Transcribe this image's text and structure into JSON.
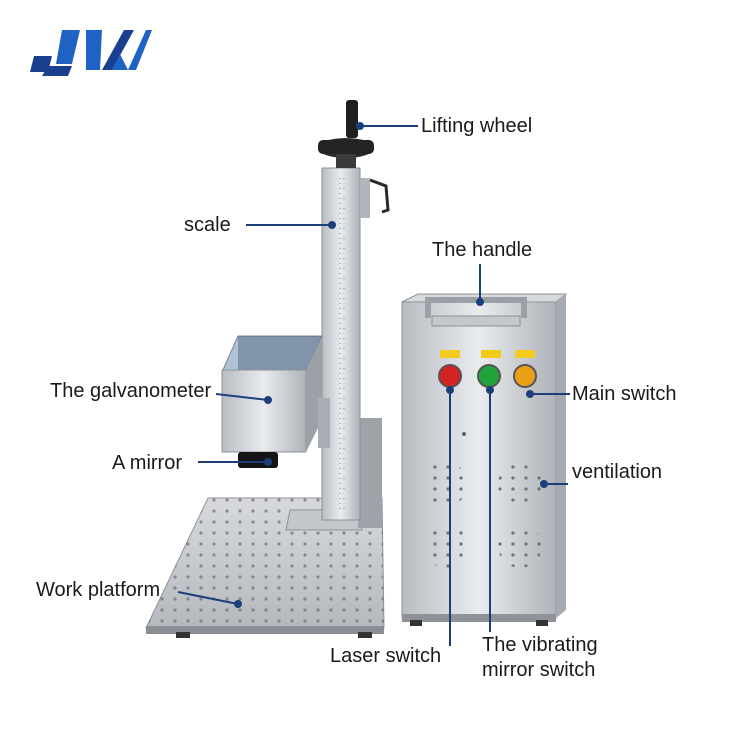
{
  "logo": {
    "text": "JW",
    "colors": [
      "#1e63c4",
      "#1b3f8f"
    ]
  },
  "labels": {
    "lifting_wheel": "Lifting wheel",
    "scale": "scale",
    "handle": "The handle",
    "galvanometer": "The galvanometer",
    "main_switch": "Main switch",
    "mirror": "A mirror",
    "ventilation": "ventilation",
    "work_platform": "Work platform",
    "laser_switch": "Laser switch",
    "vibrating_switch_line1": "The vibrating",
    "vibrating_switch_line2": "mirror switch"
  },
  "colors": {
    "leader_line": "#1c3f7a",
    "switch_red": "#d42222",
    "switch_green": "#22a33c",
    "switch_yellow": "#e8a117",
    "steel": "#c9cdd2"
  }
}
